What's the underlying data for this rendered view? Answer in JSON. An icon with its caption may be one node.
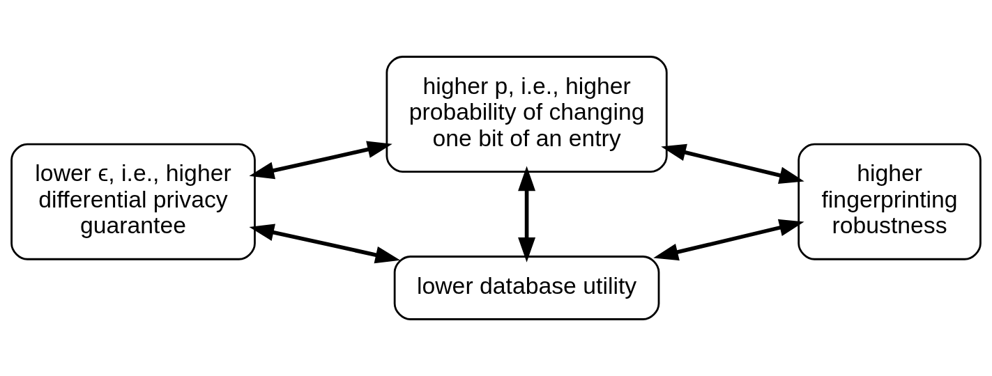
{
  "diagram": {
    "nodes": [
      {
        "text": [
          "higher p, i.e., higher probability of changing one bit of an entry"
        ]
      },
      {
        "text": [
          "lower ϵ, i.e., higher differential privacy guarantee"
        ]
      },
      {
        "text": [
          "higher fingerprinting robustness"
        ]
      },
      {
        "text": [
          "lower database utility"
        ]
      }
    ],
    "edges": [
      {
        "from": 1,
        "to": 0,
        "arrow": "both"
      },
      {
        "from": 0,
        "to": 2,
        "arrow": "both"
      },
      {
        "from": 0,
        "to": 3,
        "arrow": "both"
      },
      {
        "from": 1,
        "to": 3,
        "arrow": "both"
      },
      {
        "from": 3,
        "to": 2,
        "arrow": "both"
      }
    ]
  }
}
